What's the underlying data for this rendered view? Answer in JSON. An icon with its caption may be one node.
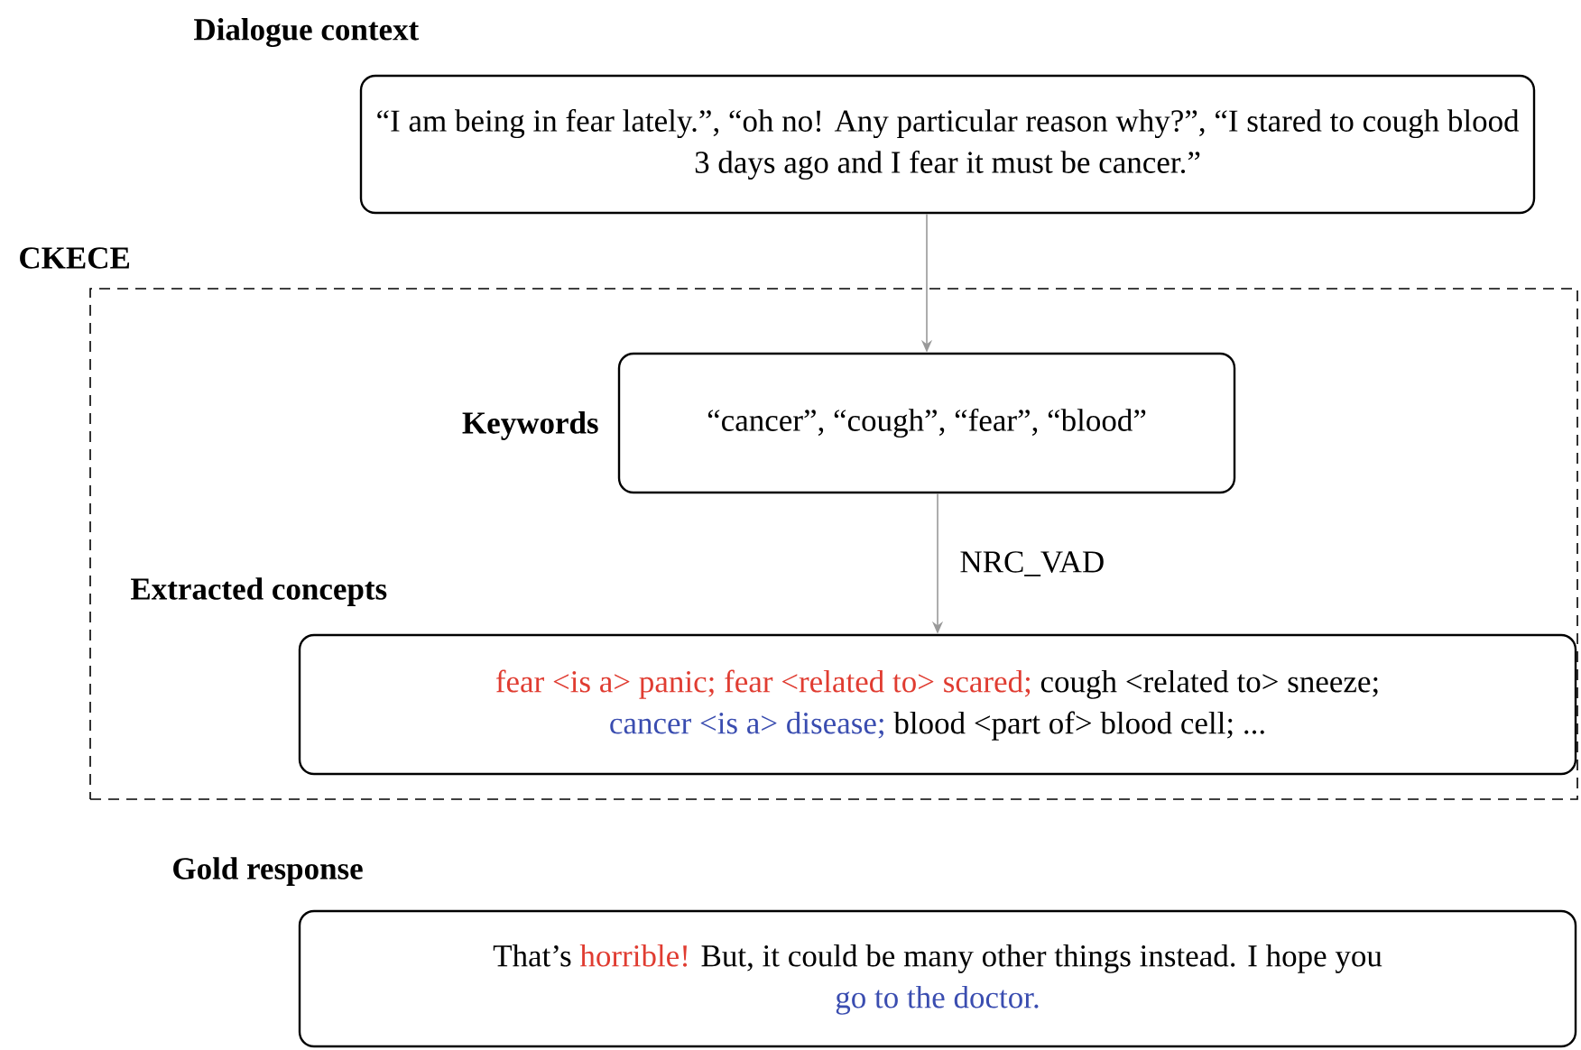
{
  "diagram": {
    "nodes": [
      {
        "text": [
          "Dialogue context",
          "“I am being in fear lately.”, “oh no! Any particular reason why?”, “I stared to cough blood 3 days ago and I fear it must be cancer.”"
        ]
      },
      {
        "text": [
          "CKECE"
        ]
      },
      {
        "text": [
          "Keywords",
          "“cancer”, “cough”, “fear”, “blood”"
        ],
        "in": 1
      },
      {
        "text": [
          "Extracted concepts",
          "fear <is a> panic; fear <related to> scared;",
          "cough <related to> sneeze;",
          "cancer <is a> disease;",
          "blood <part of> blood cell; ..."
        ],
        "in": 1
      },
      {
        "text": [
          "Gold response",
          "That’s",
          "horrible!",
          "But, it could be many other things instead. I hope you",
          "go to the doctor."
        ]
      }
    ],
    "edges": [
      {
        "from": 0,
        "to": 2,
        "arrow": "to",
        "color": "#999999"
      },
      {
        "from": 2,
        "to": 3,
        "arrow": "to",
        "color": "#999999",
        "label": "NRC_VAD"
      }
    ]
  }
}
